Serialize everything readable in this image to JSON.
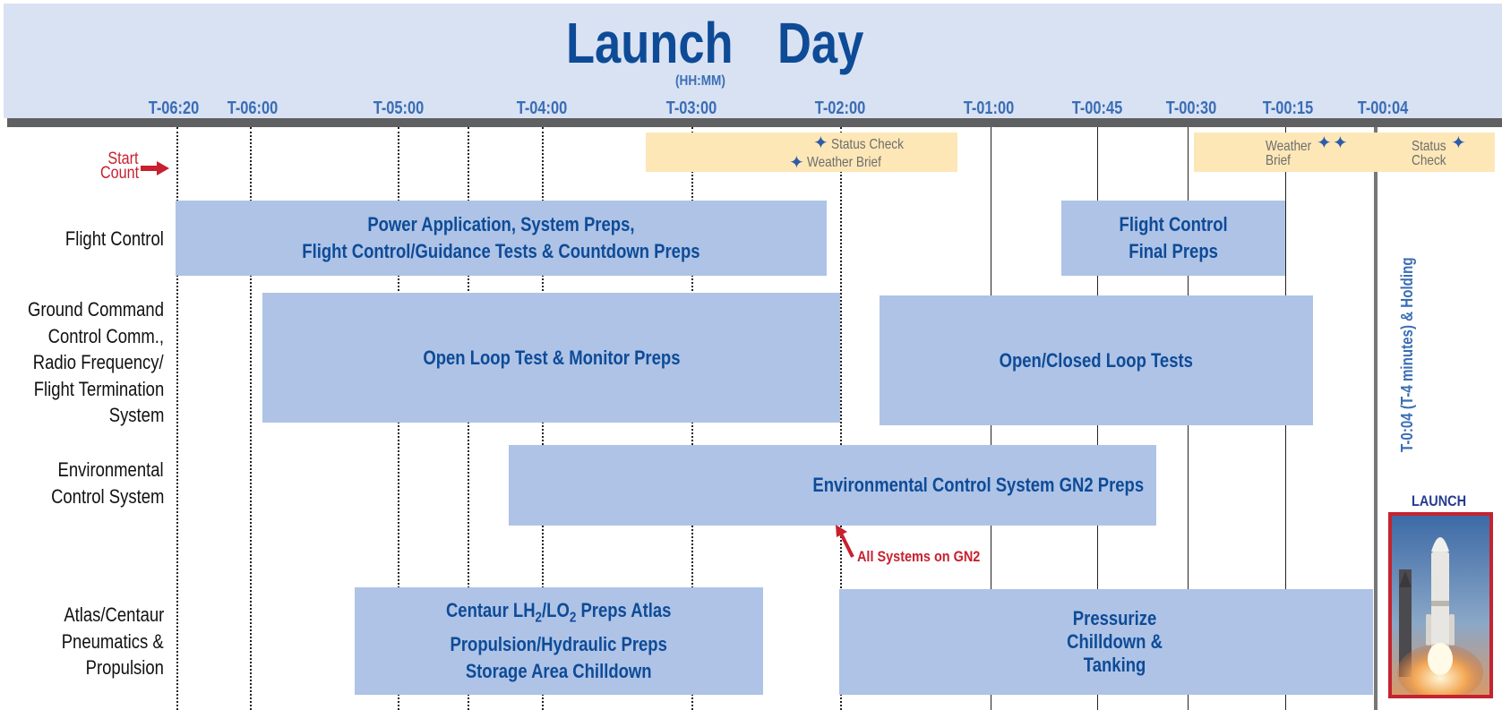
{
  "title": {
    "word1": "Launch",
    "word2": "Day",
    "units": "(HH:MM)"
  },
  "timeline": {
    "ticks": [
      "T-06:20",
      "T-06:00",
      "T-05:00",
      "T-04:00",
      "T-03:00",
      "T-02:00",
      "T-01:00",
      "T-00:45",
      "T-00:30",
      "T-00:15",
      "T-00:04"
    ]
  },
  "start_count": {
    "line1": "Start",
    "line2": "Count"
  },
  "notes": {
    "status_check": "Status Check",
    "weather_brief": "Weather Brief",
    "weather_line1": "Weather",
    "weather_line2": "Brief",
    "status_line1": "Status",
    "status_line2": "Check"
  },
  "rows": {
    "flight_control": [
      "Flight Control"
    ],
    "ground_command": [
      "Ground Command",
      "Control Comm.,",
      "Radio Frequency/",
      "Flight Termination",
      "System"
    ],
    "environmental": [
      "Environmental",
      "Control System"
    ],
    "atlas_centaur": [
      "Atlas/Centaur",
      "Pneumatics &",
      "Propulsion"
    ]
  },
  "activities": {
    "power_app": [
      "Power Application, System Preps,",
      "Flight Control/Guidance Tests & Countdown Preps"
    ],
    "fc_final": [
      "Flight Control",
      "Final Preps"
    ],
    "open_loop": "Open Loop Test & Monitor Preps",
    "open_closed": "Open/Closed Loop Tests",
    "ecs_gn2": "Environmental Control System GN2 Preps",
    "centaur": {
      "part1": "Centaur LH",
      "sub1": "2",
      "part2": "/LO",
      "sub2": "2",
      "part3": " Preps Atlas",
      "line2": "Propulsion/Hydraulic Preps",
      "line3": "Storage Area Chilldown"
    },
    "pressurize": [
      "Pressurize",
      "Chilldown &",
      "Tanking"
    ]
  },
  "annotations": {
    "all_systems": "All Systems on GN2",
    "hold": "T-0:04 (T-4 minutes) & Holding",
    "launch": "LAUNCH"
  },
  "colors": {
    "header_bg": "#d9e2f3",
    "title": "#0e4b97",
    "tick": "#3a6db5",
    "activity_bg": "#aec3e6",
    "note_bg": "#fde7b7",
    "alert_red": "#c8202e"
  }
}
